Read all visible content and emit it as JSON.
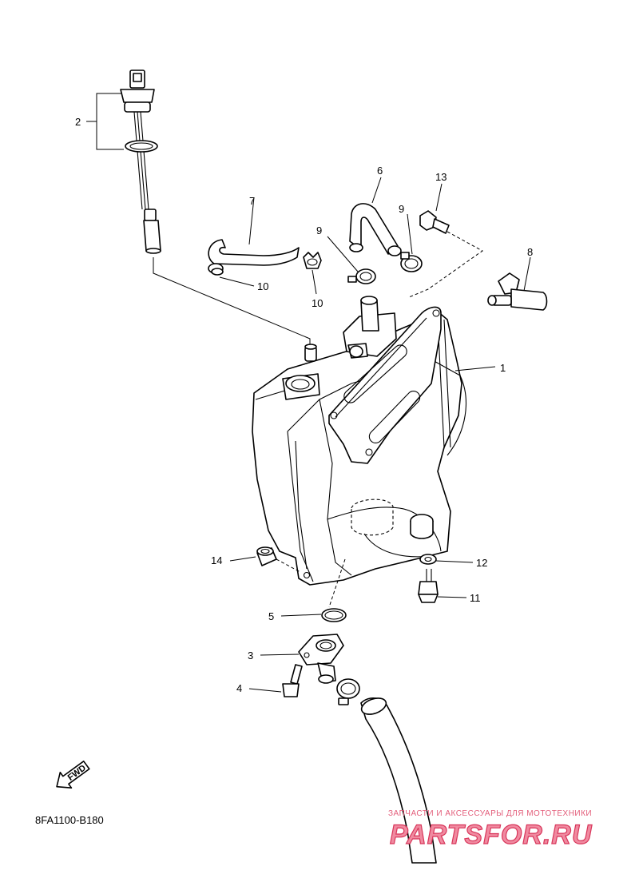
{
  "diagram": {
    "callouts": [
      "1",
      "2",
      "3",
      "4",
      "5",
      "6",
      "7",
      "8",
      "9",
      "9",
      "10",
      "10",
      "11",
      "12",
      "13",
      "14"
    ],
    "direction_label": "FWD",
    "code": "8FA1100-B180"
  },
  "watermark": {
    "tagline": "ЗАПЧАСТИ И АКСЕССУАРЫ ДЛЯ МОТОТЕХНИКИ",
    "brand": "PARTSFOR.RU"
  }
}
